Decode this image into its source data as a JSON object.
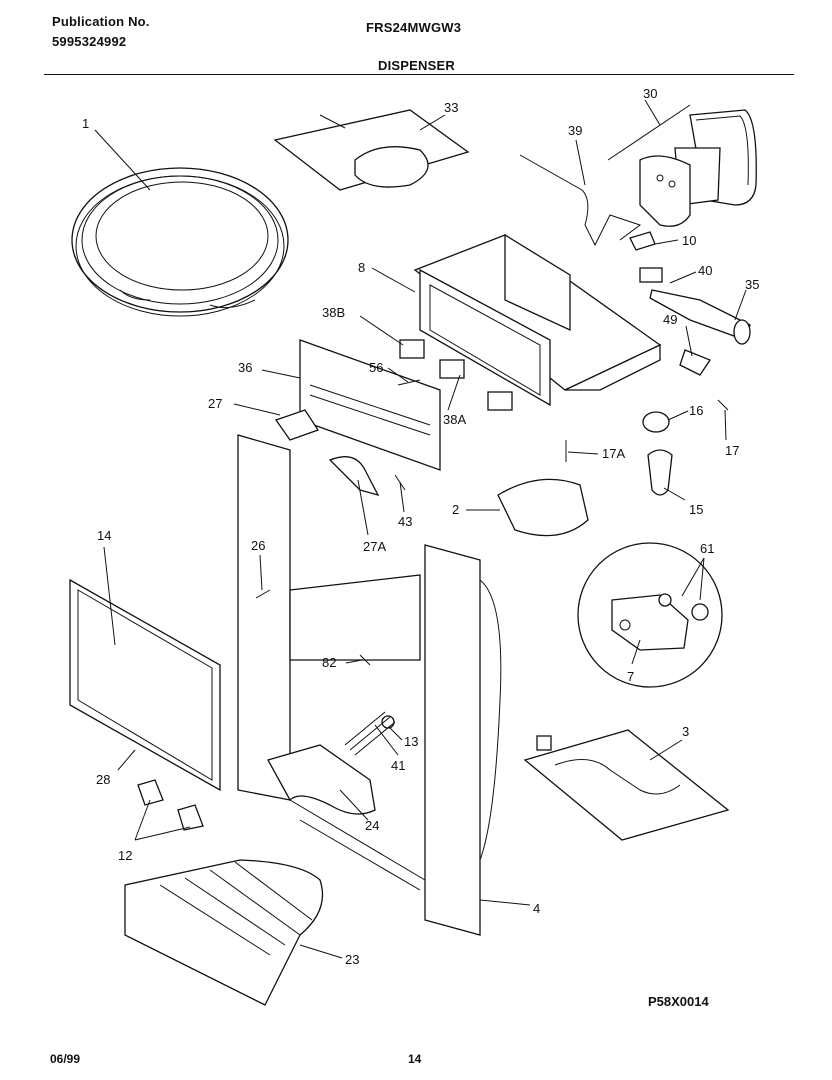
{
  "header": {
    "publication_label": "Publication No.",
    "publication_number": "5995324992",
    "model": "FRS24MWGW3",
    "section_title": "DISPENSER"
  },
  "callouts": [
    {
      "id": "1",
      "label": "1"
    },
    {
      "id": "33",
      "label": "33"
    },
    {
      "id": "39",
      "label": "39"
    },
    {
      "id": "30",
      "label": "30"
    },
    {
      "id": "10",
      "label": "10"
    },
    {
      "id": "8",
      "label": "8"
    },
    {
      "id": "40",
      "label": "40"
    },
    {
      "id": "35",
      "label": "35"
    },
    {
      "id": "38B",
      "label": "38B"
    },
    {
      "id": "49",
      "label": "49"
    },
    {
      "id": "36",
      "label": "36"
    },
    {
      "id": "56",
      "label": "56"
    },
    {
      "id": "27",
      "label": "27"
    },
    {
      "id": "38A",
      "label": "38A"
    },
    {
      "id": "16",
      "label": "16"
    },
    {
      "id": "17",
      "label": "17"
    },
    {
      "id": "17A",
      "label": "17A"
    },
    {
      "id": "2",
      "label": "2"
    },
    {
      "id": "15",
      "label": "15"
    },
    {
      "id": "43",
      "label": "43"
    },
    {
      "id": "27A",
      "label": "27A"
    },
    {
      "id": "14",
      "label": "14"
    },
    {
      "id": "26",
      "label": "26"
    },
    {
      "id": "61",
      "label": "61"
    },
    {
      "id": "7",
      "label": "7"
    },
    {
      "id": "82",
      "label": "82"
    },
    {
      "id": "13",
      "label": "13"
    },
    {
      "id": "3",
      "label": "3"
    },
    {
      "id": "28",
      "label": "28"
    },
    {
      "id": "41",
      "label": "41"
    },
    {
      "id": "24",
      "label": "24"
    },
    {
      "id": "12",
      "label": "12"
    },
    {
      "id": "4",
      "label": "4"
    },
    {
      "id": "23",
      "label": "23"
    }
  ],
  "footer": {
    "figure_code": "P58X0014",
    "date": "06/99",
    "page": "14"
  }
}
